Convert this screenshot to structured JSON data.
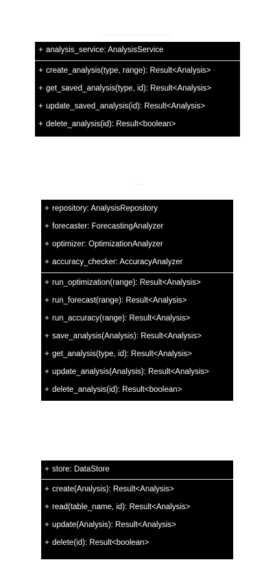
{
  "classes": [
    {
      "attributes": [
        {
          "vis": "+",
          "text": "analysis_service: AnalysisService"
        }
      ],
      "operations": [
        {
          "vis": "+",
          "text": "create_analysis(type, range): Result<Analysis>"
        },
        {
          "vis": "+",
          "text": "get_saved_analysis(type, id): Result<Analysis>"
        },
        {
          "vis": "+",
          "text": "update_saved_analysis(id): Result<Analysis>"
        },
        {
          "vis": "+",
          "text": "delete_analysis(id): Result<boolean>"
        }
      ]
    },
    {
      "attributes": [
        {
          "vis": "+",
          "text": "repository: AnalysisRepository"
        },
        {
          "vis": "+",
          "text": "forecaster: ForecastingAnalyzer"
        },
        {
          "vis": "+",
          "text": "optimizer: OptimizationAnalyzer"
        },
        {
          "vis": "+",
          "text": "accuracy_checker: AccuracyAnalyzer"
        }
      ],
      "operations": [
        {
          "vis": "+",
          "text": "run_optimization(range): Result<Analysis>"
        },
        {
          "vis": "+",
          "text": "run_forecast(range): Result<Analysis>"
        },
        {
          "vis": "+",
          "text": "run_accuracy(range): Result<Analysis>"
        },
        {
          "vis": "+",
          "text": "save_analysis(Analysis): Result<Analysis>"
        },
        {
          "vis": "+",
          "text": "get_analysis(type, id): Result<Analysis>"
        },
        {
          "vis": "+",
          "text": "update_analysis(Analysis): Result<Analysis>"
        },
        {
          "vis": "+",
          "text": "delete_analysis(id): Result<boolean>"
        }
      ]
    },
    {
      "attributes": [
        {
          "vis": "+",
          "text": "store: DataStore"
        }
      ],
      "operations": [
        {
          "vis": "+",
          "text": "create(Analysis): Result<Analysis>"
        },
        {
          "vis": "+",
          "text": "read(table_name, id): Result<Analysis>"
        },
        {
          "vis": "+",
          "text": "update(Analysis): Result<Analysis>"
        },
        {
          "vis": "+",
          "text": "delete(id): Result<boolean>"
        }
      ]
    }
  ],
  "colors": {
    "background": "#ffffff",
    "box_fill": "#000000",
    "text": "#ffffff",
    "divider": "#d9d9d9"
  }
}
